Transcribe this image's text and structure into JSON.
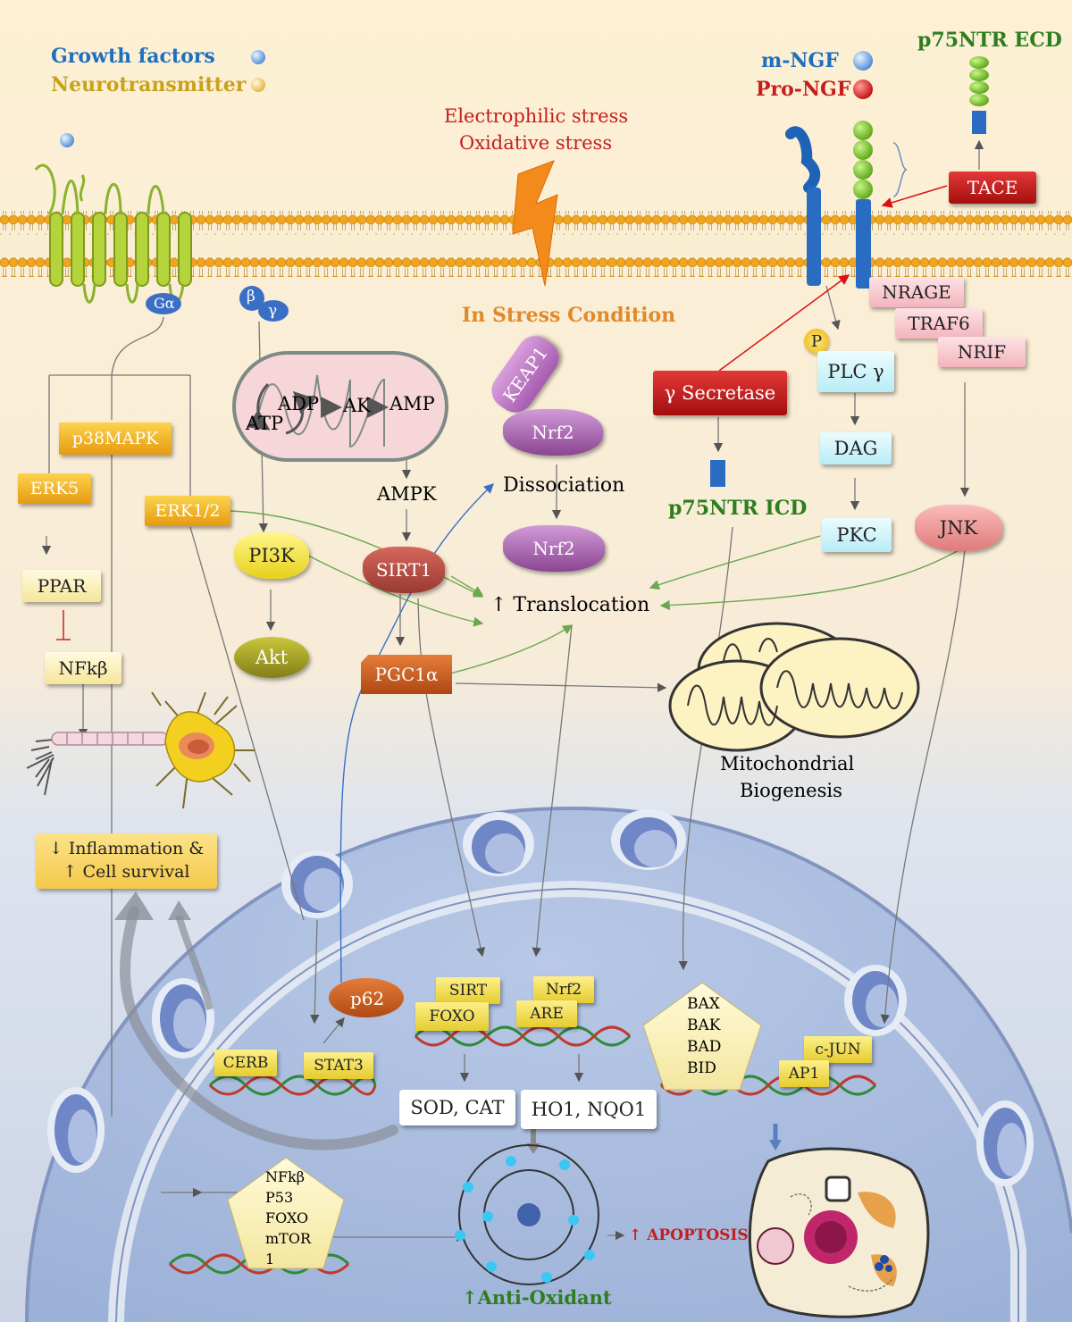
{
  "legend": {
    "growth_factors": "Growth factors",
    "neurotransmitter": "Neurotransmitter",
    "colors": {
      "growth_factors": "#1f6fbf",
      "neurotransmitter": "#c9a21a"
    }
  },
  "stress": {
    "line1": "Electrophilic stress",
    "line2": "Oxidative stress",
    "condition": "In Stress Condition"
  },
  "receptor_labels": {
    "m_ngf": "m-NGF",
    "pro_ngf": "Pro-NGF",
    "p75ntr_ecd": "p75NTR ECD",
    "tace": "TACE",
    "nrage": "NRAGE",
    "traf6": "TRAF6",
    "nrif": "NRIF",
    "g_alpha": "Gα",
    "beta": "β",
    "gamma": "γ",
    "p": "P"
  },
  "cytoplasm": {
    "adp": "ADP",
    "ak": "AK",
    "amp": "AMP",
    "atp": "ATP",
    "ampk": "AMPK",
    "keap1": "KEAP1",
    "nrf2_top": "Nrf2",
    "dissociation": "Dissociation",
    "nrf2_mid": "Nrf2",
    "translocation": "↑ Translocation",
    "gamma_secretase": "γ Secretase",
    "p75ntr_icd": "p75NTR ICD",
    "plc_gamma": "PLC γ",
    "dag": "DAG",
    "pkc": "PKC",
    "jnk": "JNK",
    "p38mapk": "p38MAPK",
    "erk5": "ERK5",
    "erk12": "ERK1/2",
    "pi3k": "PI3K",
    "sirt1": "SIRT1",
    "akt": "Akt",
    "pgc1a": "PGC1α",
    "ppar": "PPAR",
    "nfkb": "NFkβ",
    "inflammation_line1": "↓ Inflammation &",
    "inflammation_line2": "↑ Cell survival",
    "mito_line1": "Mitochondrial",
    "mito_line2": "Biogenesis"
  },
  "nucleus": {
    "p62": "p62",
    "cerb": "CERB",
    "stat3": "STAT3",
    "sirt": "SIRT",
    "foxo": "FOXO",
    "nrf2": "Nrf2",
    "are": "ARE",
    "sod_cat": "SOD, CAT",
    "ho1_nqo1": "HO1, NQO1",
    "bax": "BAX",
    "bak": "BAK",
    "bad": "BAD",
    "bid": "BID",
    "cjun": "c-JUN",
    "ap1": "AP1",
    "pent_nfkb": "NFkβ",
    "pent_p53": "P53",
    "pent_foxo": "FOXO",
    "pent_mtor": "mTOR",
    "pent_1": "1",
    "apoptosis": "↑ APOPTOSIS",
    "antioxidant": "↑Anti-Oxidant"
  }
}
